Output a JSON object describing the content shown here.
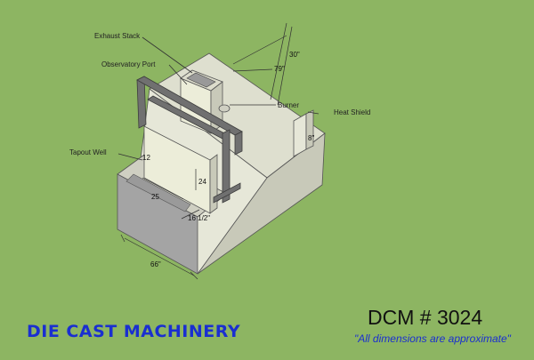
{
  "labels": {
    "exhaust_stack": "Exhaust Stack",
    "observatory_port": "Observatory Port",
    "burner": "Burner",
    "heat_shield": "Heat Shield",
    "tapout_well": "Tapout Well"
  },
  "dimensions": {
    "d30": "30\"",
    "d79": "79\"",
    "d24": "24",
    "d16": "16 1/2\"",
    "d66": "66\"",
    "d25": "25",
    "d12": "12",
    "d8": "8\""
  },
  "footer": {
    "brand": "DIE CAST MACHINERY",
    "model": "DCM # 3024",
    "note": "\"All dimensions are approximate\""
  },
  "colors": {
    "background": "#8db562",
    "brand": "#1a2fd0",
    "frame": "#707070",
    "body_top": "#dedfcf",
    "body_side": "#c8c9b9",
    "well_face": "#a4a4a4"
  }
}
